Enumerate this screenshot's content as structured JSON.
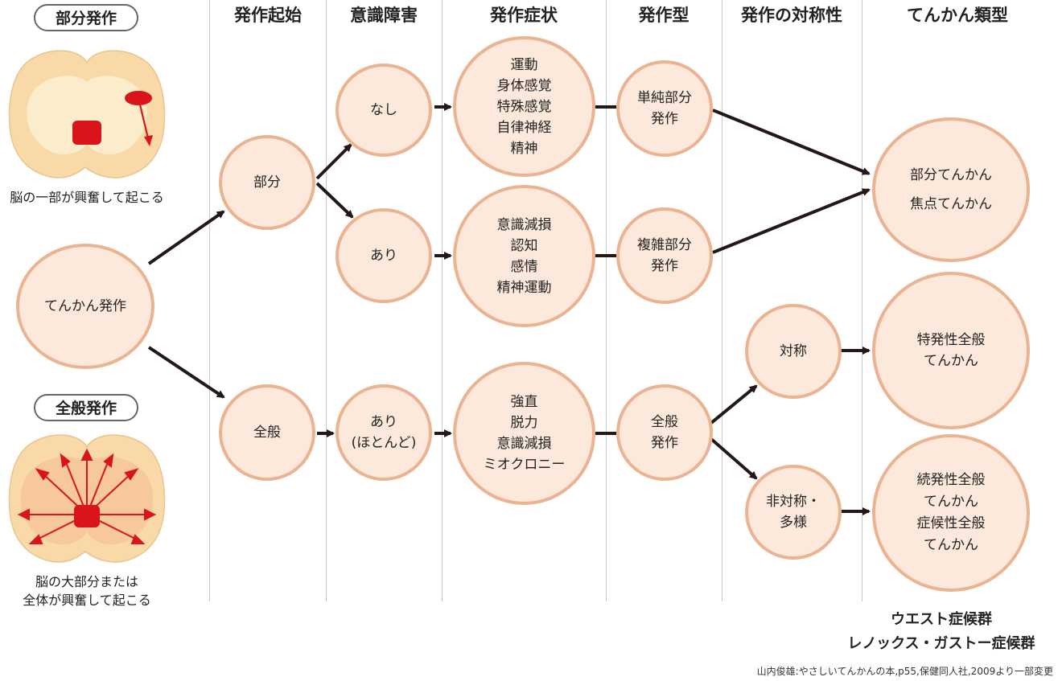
{
  "columns": {
    "onset": "発作起始",
    "consciousness": "意識障害",
    "symptoms": "発作症状",
    "type": "発作型",
    "symmetry": "発作の対称性",
    "epilepsy_type": "てんかん類型"
  },
  "left_panel": {
    "partial_label": "部分発作",
    "partial_caption": "脳の一部が興奮して起こる",
    "general_label": "全般発作",
    "general_caption": "脳の大部分または\n全体が興奮して起こる"
  },
  "nodes": {
    "seizure": "てんかん発作",
    "partial": "部分",
    "general": "全般",
    "none": "なし",
    "present": "あり",
    "mostly": "あり\n(ほとんど)",
    "symptoms_simple": "運動\n身体感覚\n特殊感覚\n自律神経\n精神",
    "symptoms_complex": "意識減損\n認知\n感情\n精神運動",
    "symptoms_general": "強直\n脱力\n意識減損\nミオクロニー",
    "simple_partial": "単純部分\n発作",
    "complex_partial": "複雑部分\n発作",
    "general_seizure": "全般\n発作",
    "symmetric": "対称",
    "asymmetric": "非対称・\n多様",
    "focal_epilepsy": "部分てんかん\n焦点てんかん",
    "idiopathic": "特発性全般\nてんかん",
    "secondary": "続発性全般\nてんかん\n症候性全般\nてんかん"
  },
  "syndromes": {
    "line1": "ウエスト症候群",
    "line2": "レノックス・ガストー症候群"
  },
  "source": "山内俊雄:やさしいてんかんの本,p55,保健同人社,2009より一部変更",
  "colors": {
    "node_fill": "#fce9dc",
    "node_border": "#eab391",
    "arrow": "#231815",
    "brain_fill": "#f9d9a8",
    "brain_inner": "#fbeccc",
    "focus_red": "#d9141b"
  }
}
